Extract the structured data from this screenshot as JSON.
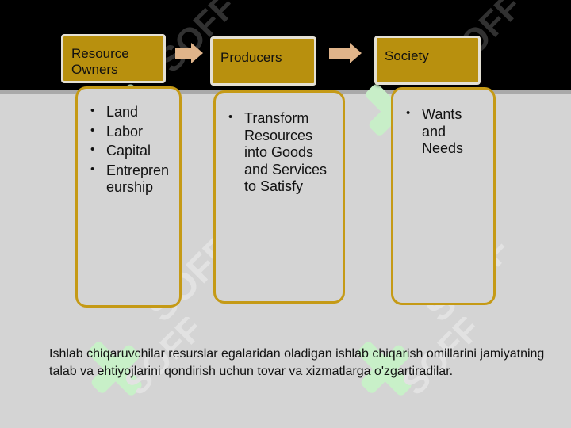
{
  "diagram": {
    "headers": [
      {
        "id": "resource-owners",
        "label": "Resource Owners"
      },
      {
        "id": "producers",
        "label": "Producers"
      },
      {
        "id": "society",
        "label": "Society"
      }
    ],
    "columns": [
      {
        "id": "resource-owners",
        "items": [
          "Land",
          "Labor",
          "Capital",
          "Entrepreneurship"
        ]
      },
      {
        "id": "producers",
        "items": [
          "Transform Resources into Goods and Services to Satisfy"
        ]
      },
      {
        "id": "society",
        "items": [
          "Wants and Needs"
        ]
      }
    ]
  },
  "caption": "Ishlab chiqaruvchilar resurslar egalaridan oladigan ishlab chiqarish omillarini jamiyatning talab va ehtiyojlarini qondirish uchun tovar va xizmatlarga o'zgartiradilar.",
  "watermark": {
    "text": "SOFF",
    "colors": {
      "mark": "#c8f0c8",
      "text": "#e2e2e2"
    }
  },
  "colors": {
    "header_fill": "#b8900e",
    "box_border": "#c59a16",
    "arrow": "#e0b48a",
    "band": "#000000",
    "background": "#d4d4d4"
  }
}
